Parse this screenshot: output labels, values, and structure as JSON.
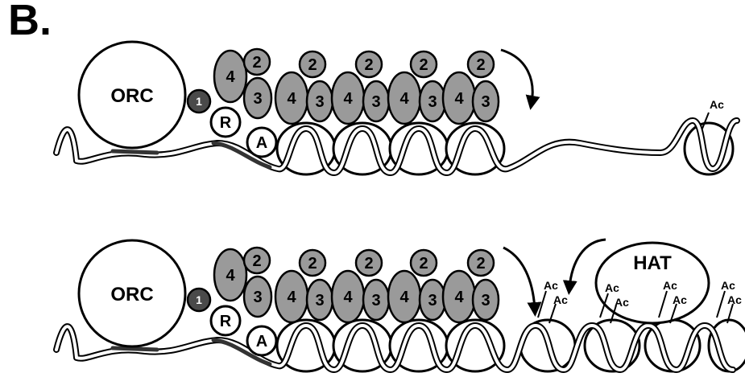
{
  "figure": {
    "panel_label": "B.",
    "top_row": {
      "orc": "ORC",
      "mcm1": "1",
      "r": "R",
      "a": "A",
      "sir4": "4",
      "sir3": "3",
      "sir2": "2",
      "ac": "Ac"
    },
    "bottom_row": {
      "orc": "ORC",
      "mcm1": "1",
      "r": "R",
      "a": "A",
      "sir4": "4",
      "sir3": "3",
      "sir2": "2",
      "hat": "HAT",
      "ac": "Ac"
    }
  }
}
